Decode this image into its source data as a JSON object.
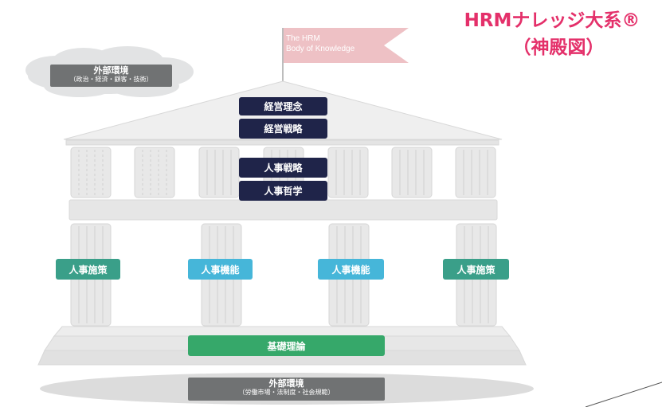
{
  "title": {
    "line1": "HRMナレッジ大系®",
    "line2": "（神殿図）"
  },
  "flag": {
    "line1": "The HRM",
    "line2": "Body of Knowledge"
  },
  "cloud_env": {
    "main": "外部環境",
    "sub": "（政治・経済・顧客・技術）"
  },
  "roof": {
    "philosophy": "経営理念",
    "strategy": "経営戦略"
  },
  "upper_beam": {
    "hr_strategy": "人事戦略",
    "hr_philosophy": "人事哲学"
  },
  "pillars": [
    {
      "label": "人事施策",
      "color": "#3a9f89"
    },
    {
      "label": "人事機能",
      "color": "#46b6d9"
    },
    {
      "label": "人事機能",
      "color": "#46b6d9"
    },
    {
      "label": "人事施策",
      "color": "#3a9f89"
    }
  ],
  "foundation": {
    "label": "基礎理論"
  },
  "ground_env": {
    "main": "外部環境",
    "sub": "（労働市場・法制度・社会規範）"
  }
}
